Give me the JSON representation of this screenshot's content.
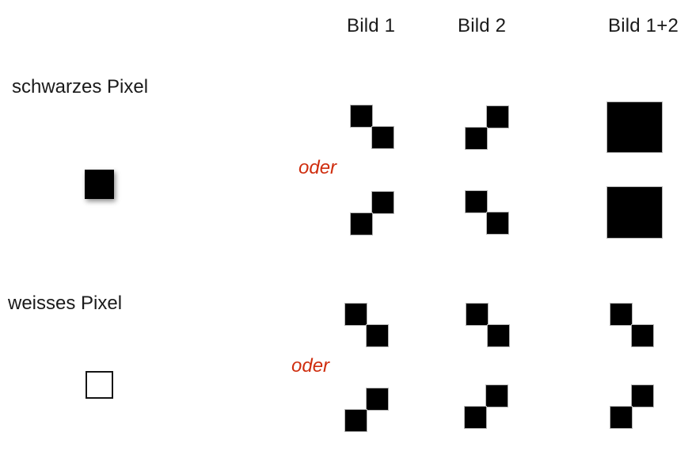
{
  "colors": {
    "accent_red": "#cf2d0e",
    "pixel_black": "#000000",
    "cell_border_gray": "#b5b5b5"
  },
  "column_headers": {
    "bild1": "Bild 1",
    "bild2": "Bild 2",
    "bild12": "Bild 1+2"
  },
  "rows": {
    "black": {
      "label": "schwarzes Pixel",
      "or_label": "oder",
      "patterns": {
        "bild1_a": [
          [
            1,
            0
          ],
          [
            0,
            1
          ]
        ],
        "bild1_b": [
          [
            0,
            1
          ],
          [
            1,
            0
          ]
        ],
        "bild2_a": [
          [
            0,
            1
          ],
          [
            1,
            0
          ]
        ],
        "bild2_b": [
          [
            1,
            0
          ],
          [
            0,
            1
          ]
        ],
        "bild12_a": [
          [
            1,
            1
          ],
          [
            1,
            1
          ]
        ],
        "bild12_b": [
          [
            1,
            1
          ],
          [
            1,
            1
          ]
        ]
      }
    },
    "white": {
      "label": "weisses Pixel",
      "or_label": "oder",
      "patterns": {
        "bild1_a": [
          [
            1,
            0
          ],
          [
            0,
            1
          ]
        ],
        "bild1_b": [
          [
            0,
            1
          ],
          [
            1,
            0
          ]
        ],
        "bild2_a": [
          [
            1,
            0
          ],
          [
            0,
            1
          ]
        ],
        "bild2_b": [
          [
            0,
            1
          ],
          [
            1,
            0
          ]
        ],
        "bild12_a": [
          [
            1,
            0
          ],
          [
            0,
            1
          ]
        ],
        "bild12_b": [
          [
            0,
            1
          ],
          [
            1,
            0
          ]
        ]
      }
    }
  }
}
